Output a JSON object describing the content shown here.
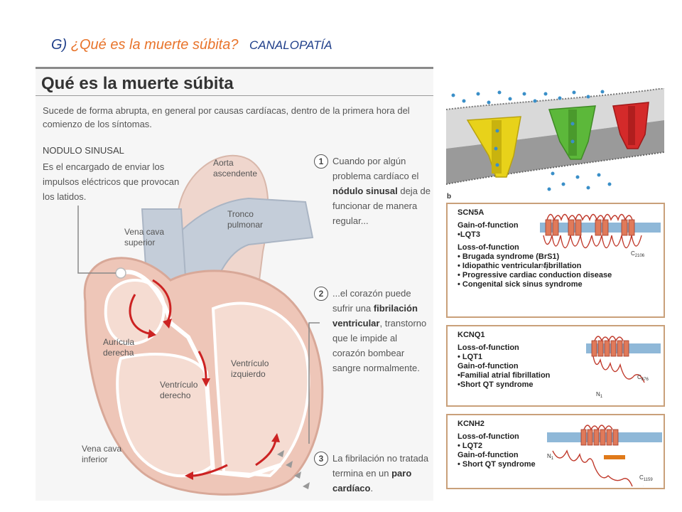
{
  "slide": {
    "title_prefix": "G)",
    "title_question": "¿Qué es la muerte súbita?",
    "title_topic": "CANALOPATÍA"
  },
  "infographic": {
    "title": "Qué es la muerte súbita",
    "intro": "Sucede de forma abrupta, en general por causas cardíacas, dentro de la primera hora del comienzo de los síntomas.",
    "nodule_title": "NODULO SINUSAL",
    "nodule_text": "Es el encargado de enviar los impulsos eléctricos que provocan los latidos.",
    "labels": {
      "aorta": "Aorta ascendente",
      "tronco": "Tronco pulmonar",
      "vena_cava_sup": "Vena cava superior",
      "auricula": "Aurícula derecha",
      "ventriculo_izq": "Ventrículo izquierdo",
      "ventriculo_der": "Ventrículo derecho",
      "vena_cava_inf": "Vena cava inferior"
    },
    "steps": [
      {
        "num": "1",
        "pre": "Cuando por algún problema cardíaco el ",
        "bold": "nódulo sinusal",
        "post": " deja de funcionar de manera regular..."
      },
      {
        "num": "2",
        "pre": "...el corazón puede sufrir una ",
        "bold": "fibrilación ventricular",
        "post": ", transtorno que le impide al corazón bombear sangre normalmente."
      },
      {
        "num": "3",
        "pre": "La fibrilación no tratada termina en un ",
        "bold": "paro cardíaco",
        "post": "."
      }
    ]
  },
  "panel_letter": "b",
  "genes": [
    {
      "name": "SCN5A",
      "lines": [
        "Gain-of-function",
        "•LQT3",
        "",
        "Loss-of-function",
        "• Brugada syndrome (BrS1)",
        "• Idiopathic ventricular fibrillation",
        "• Progressive cardiac conduction disease",
        "• Congenital sick sinus syndrome"
      ],
      "n_label": "N",
      "n_sub": "1",
      "c_label": "C",
      "c_sub": "2106"
    },
    {
      "name": "KCNQ1",
      "lines": [
        "Loss-of-function",
        "• LQT1",
        "Gain-of-function",
        "•Familial atrial fibrillation",
        "•Short QT syndrome"
      ],
      "n_label": "N",
      "n_sub": "1",
      "c_label": "C",
      "c_sub": "676"
    },
    {
      "name": "KCNH2",
      "lines": [
        "Loss-of-function",
        "• LQT2",
        "Gain-of-function",
        "• Short QT syndrome"
      ],
      "n_label": "N",
      "n_sub": "1",
      "c_label": "C",
      "c_sub": "1159"
    }
  ],
  "colors": {
    "title_blue": "#1f3f8a",
    "title_orange": "#e8742b",
    "heart_muscle": "#eec6b8",
    "heart_inner": "#f5dcd2",
    "vessel_blue": "#c4cdd9",
    "arrow_red": "#cc2222",
    "protein_red": "#c0392b",
    "membrane_blue": "#8fb8d8",
    "channel_yellow": "#e8d21a",
    "channel_green": "#5cb83a",
    "channel_red": "#d42a2a",
    "box_border": "#c9a07a"
  }
}
